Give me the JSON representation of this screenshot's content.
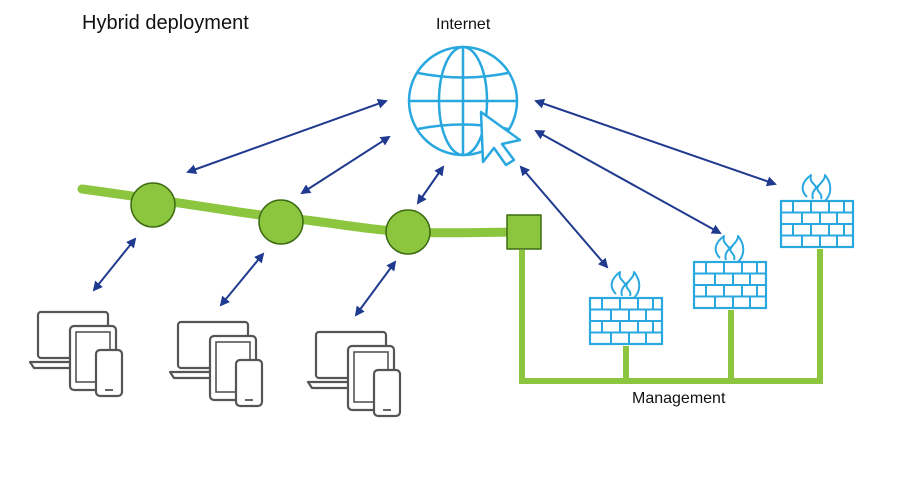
{
  "title": "Hybrid deployment",
  "internet_label": "Internet",
  "management_label": "Management",
  "colors": {
    "link_arrow": "#1f3a8f",
    "network_green": "#8cc63f",
    "node_stroke": "#3d6b12",
    "internet_blue": "#29a8e0",
    "device_gray": "#555555"
  },
  "icons": {
    "internet": "globe-cursor-icon",
    "firewall": "firewall-icon",
    "devices": "laptop-tablet-phone-icon",
    "node": "network-node-icon",
    "gateway": "gateway-square-icon"
  },
  "network_nodes": 3,
  "device_groups": 3,
  "firewalls": 3
}
